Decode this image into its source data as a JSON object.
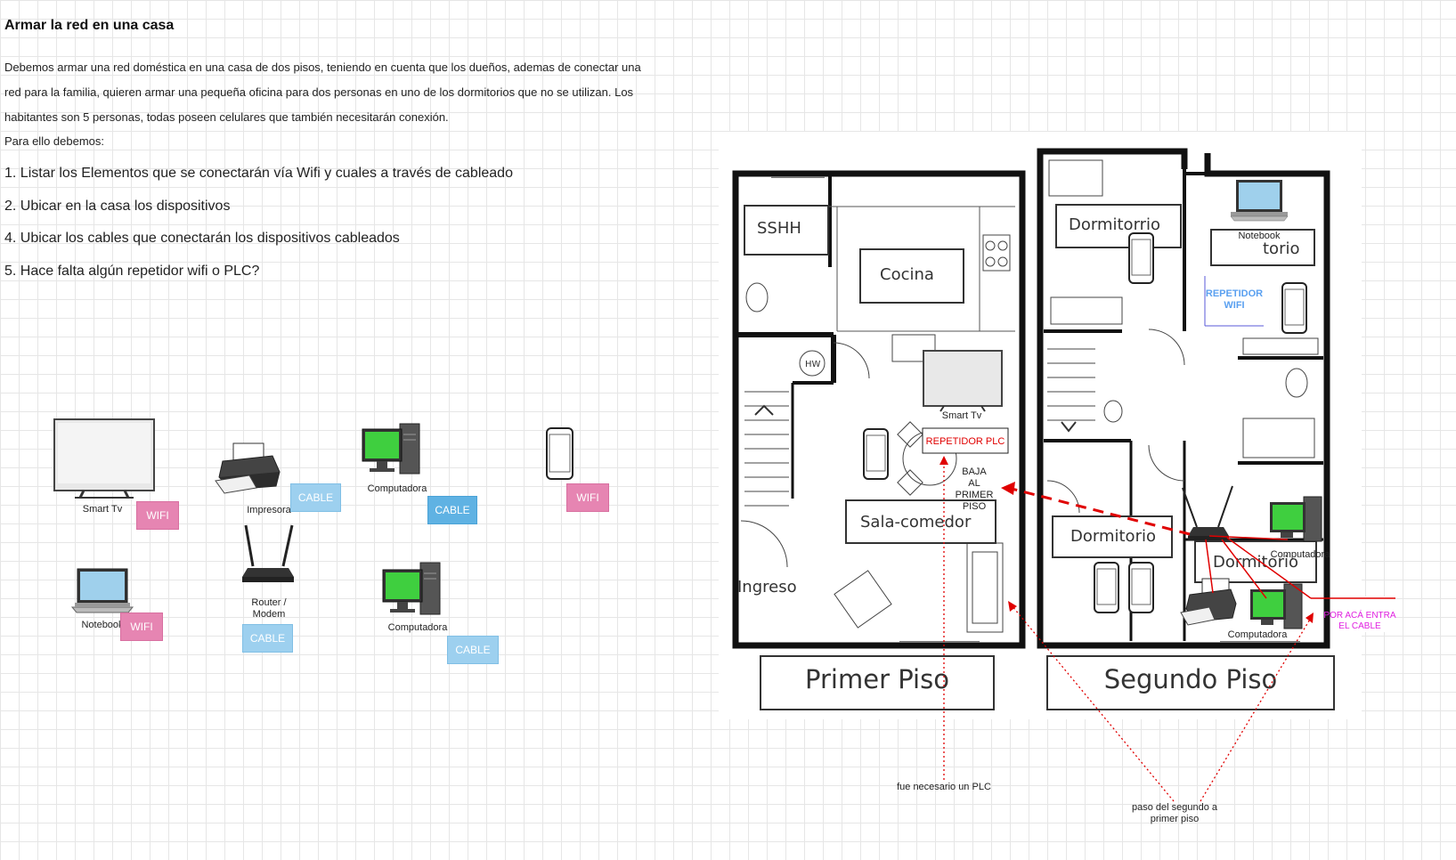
{
  "page": {
    "title": "Armar la red en una casa",
    "intro_lines": [
      "Debemos armar una red doméstica en una casa de dos pisos, teniendo en cuenta que los dueños, ademas de conectar una",
      "red para la familia, quieren armar una pequeña oficina para dos personas en uno de los dormitorios que no se utilizan. Los",
      "habitantes son 5 personas, todas poseen celulares que también necesitarán conexión.",
      "Para ello debemos:"
    ],
    "tasks": [
      "1. Listar los Elementos que se conectarán vía Wifi y cuales a través de cableado",
      "2. Ubicar en la casa los dispositivos",
      "4. Ubicar los cables que conectarán los dispositivos cableados",
      "5. Hace falta algún repetidor wifi o PLC?"
    ]
  },
  "legend": {
    "smart_tv": "Smart Tv",
    "impresora": "Impresora",
    "computadora_1": "Computadora",
    "notebook": "Notebook",
    "router_line1": "Router /",
    "router_line2": "Modem",
    "computadora_2": "Computadora",
    "tag_wifi": "WIFI",
    "tag_cable": "CABLE"
  },
  "plan": {
    "first_floor": {
      "title": "Primer Piso",
      "rooms": [
        "SSHH",
        "Cocina",
        "Sala-comedor",
        "Ingreso"
      ],
      "hw": "HW",
      "smart_tv": "Smart Tv",
      "plc_box": "REPETIDOR PLC",
      "baja_lines": [
        "BAJA",
        "AL",
        "PRIMER",
        "PISO"
      ]
    },
    "second_floor": {
      "title": "Segundo Piso",
      "rooms": [
        "Dormitorrio",
        "torio",
        "Dormitorio",
        "Dormitorio"
      ],
      "notebook": "Notebook",
      "repetidor_lines": [
        "REPETIDOR",
        "WIFI"
      ],
      "computadora_a": "Computadora",
      "computadora_b": "Computadora",
      "entrada_lines": [
        "POR ACÁ ENTRA",
        "EL CABLE"
      ]
    },
    "notes": {
      "plc": "fue necesario un PLC",
      "paso_line1": "paso del segundo a",
      "paso_line2": "primer piso"
    }
  },
  "colors": {
    "wifi": "#e685b2",
    "cable": "#9dd0ef",
    "screen_green": "#3fcf3f",
    "cable_line": "#e00000",
    "repetidor": "#5aa0f0",
    "entrada": "#e020e0"
  }
}
